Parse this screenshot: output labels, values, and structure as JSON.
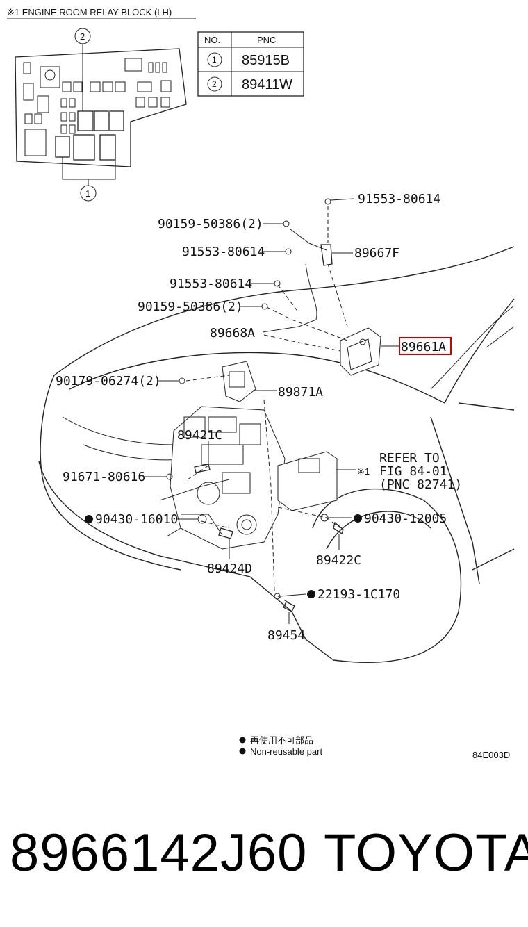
{
  "relay_block": {
    "title": "※1 ENGINE ROOM RELAY BLOCK (LH)",
    "marker_top": "2",
    "marker_bottom": "1"
  },
  "pnc_table": {
    "headers": [
      "NO.",
      "PNC"
    ],
    "rows": [
      {
        "no": "1",
        "pnc": "85915B"
      },
      {
        "no": "2",
        "pnc": "89411W"
      }
    ]
  },
  "callouts": {
    "c_91553_top": "91553-80614",
    "c_90159_a": "90159-50386(2)",
    "c_91553_b": "91553-80614",
    "c_89667F": "89667F",
    "c_91553_c": "91553-80614",
    "c_90159_b": "90159-50386(2)",
    "c_89668A": "89668A",
    "c_89661A": "89661A",
    "c_90179": "90179-06274(2)",
    "c_89871A": "89871A",
    "c_89421C": "89421C",
    "c_refer_1": "REFER TO",
    "c_refer_2": "FIG 84-01",
    "c_refer_3": "(PNC 82741)",
    "c_refer_mark": "※1",
    "c_91671": "91671-80616",
    "c_90430_16010": "90430-16010",
    "c_90430_12005": "90430-12005",
    "c_89422C": "89422C",
    "c_89424D": "89424D",
    "c_22193": "22193-1C170",
    "c_89454": "89454"
  },
  "legend": {
    "line1": "再使用不可部品",
    "line2": "Non-reusable part"
  },
  "figure_code": "84E003D",
  "highlight_color": "#cc0000",
  "footer": {
    "part_number": "8966142J60",
    "brand": "TOYOTA"
  }
}
